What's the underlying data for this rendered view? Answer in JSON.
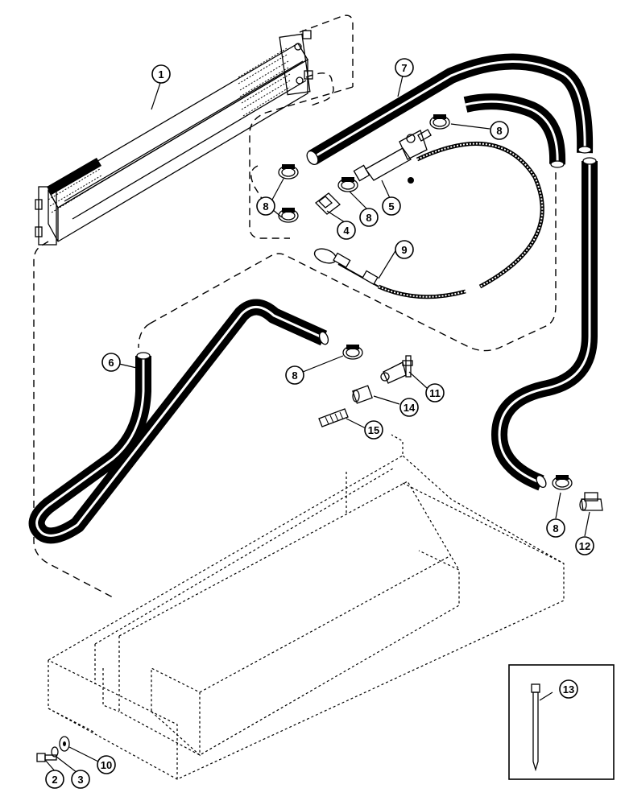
{
  "diagram": {
    "callouts": [
      {
        "id": "callout-1",
        "label": "1"
      },
      {
        "id": "callout-2",
        "label": "2"
      },
      {
        "id": "callout-3",
        "label": "3"
      },
      {
        "id": "callout-4",
        "label": "4"
      },
      {
        "id": "callout-5",
        "label": "5"
      },
      {
        "id": "callout-6",
        "label": "6"
      },
      {
        "id": "callout-7",
        "label": "7"
      },
      {
        "id": "callout-8a",
        "label": "8"
      },
      {
        "id": "callout-8b",
        "label": "8"
      },
      {
        "id": "callout-8c",
        "label": "8"
      },
      {
        "id": "callout-8d",
        "label": "8"
      },
      {
        "id": "callout-8e",
        "label": "8"
      },
      {
        "id": "callout-9",
        "label": "9"
      },
      {
        "id": "callout-10",
        "label": "10"
      },
      {
        "id": "callout-11",
        "label": "11"
      },
      {
        "id": "callout-12",
        "label": "12"
      },
      {
        "id": "callout-13",
        "label": "13"
      },
      {
        "id": "callout-14",
        "label": "14"
      },
      {
        "id": "callout-15",
        "label": "15"
      }
    ]
  },
  "colors": {
    "ink": "#000000",
    "paper": "#ffffff"
  }
}
